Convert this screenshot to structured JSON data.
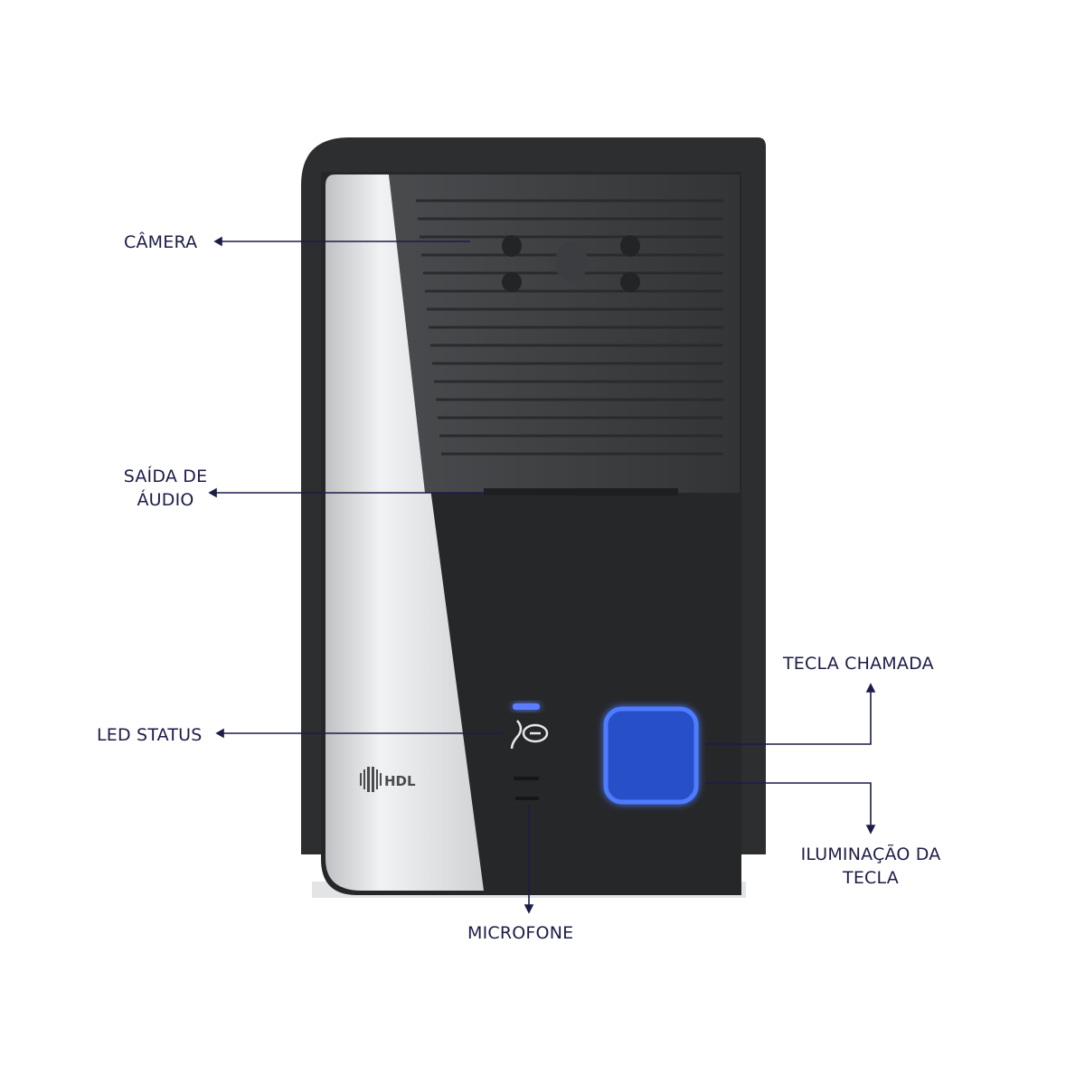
{
  "labels": {
    "camera": "CÂMERA",
    "audio_out_line1": "SAÍDA DE",
    "audio_out_line2": "ÁUDIO",
    "led_status": "LED STATUS",
    "call_key": "TECLA CHAMADA",
    "key_light_line1": "ILUMINAÇÃO DA",
    "key_light_line2": "TECLA",
    "microphone": "MICROFONE"
  },
  "brand_logo": "HDL",
  "colors": {
    "label_text": "#1c1c48",
    "leader_line": "#1c1c48",
    "body": "#2b2c2e",
    "silver_panel": "#d9dadc",
    "key_glow": "#3a6bff",
    "led": "#5b7dff"
  }
}
